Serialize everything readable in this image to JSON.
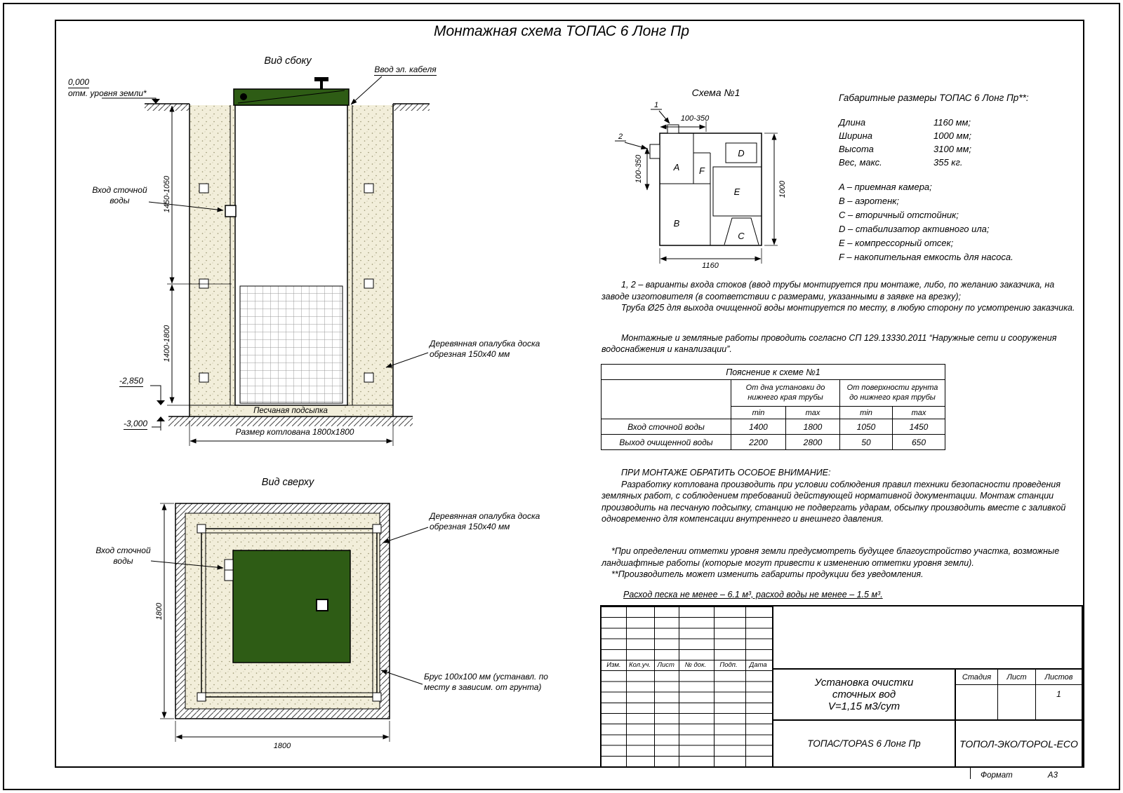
{
  "sheet_title": "Монтажная схема ТОПАС 6 Лонг Пр",
  "colors": {
    "tank_green": "#2e5c15",
    "sand_bg": "#f2eeda"
  },
  "side_view": {
    "title": "Вид сбоку",
    "cable_label": "Ввод эл. кабеля",
    "zero_mark": "0,000",
    "zero_label": "отм. уровня земли*",
    "dim_upper": "1450-1050",
    "dim_lower": "1400-1800",
    "inlet_label": "Вход сточной воды",
    "mark_2850": "-2,850",
    "mark_3000": "-3,000",
    "sand_label": "Песчаная подсыпка",
    "pit_size_label": "Размер котлована 1800х1800",
    "formwork_label": "Деревянная опалубка доска обрезная 150х40 мм"
  },
  "top_view": {
    "title": "Вид сверху",
    "inlet_label": "Вход сточной воды",
    "formwork_label": "Деревянная опалубка доска обрезная 150х40 мм",
    "beam_label": "Брус 100х100 мм (устанавл. по месту в зависим. от грунта)",
    "dim_height": "1800",
    "dim_width": "1800"
  },
  "schema1": {
    "title": "Схема №1",
    "marker1": "1",
    "marker2": "2",
    "dim_top": "100-350",
    "dim_left": "100-350",
    "dim_bottom": "1160",
    "dim_right": "1000",
    "compartments": [
      "A",
      "B",
      "C",
      "D",
      "E",
      "F"
    ]
  },
  "dimensions": {
    "title": "Габаритные размеры ТОПАС 6 Лонг Пр**:",
    "rows": [
      {
        "label": "Длина",
        "value": "1160 мм;"
      },
      {
        "label": "Ширина",
        "value": "1000 мм;"
      },
      {
        "label": "Высота",
        "value": "3100 мм;"
      },
      {
        "label": "Вес, макс.",
        "value": "355 кг."
      }
    ],
    "legend": [
      "A – приемная камера;",
      "B – аэротенк;",
      "C – вторичный отстойник;",
      "D – стабилизатор активного ила;",
      "E – компрессорный отсек;",
      "F – накопительная емкость для насоса."
    ]
  },
  "notes": {
    "note1": "1, 2 – варианты входа  стоков (ввод трубы монтируется при монтаже, либо, по желанию заказчика, на заводе изготовителя (в соответствии с размерами, указанными в заявке на врезку);",
    "note2": "Труба Ø25 для выхода очищенной воды монтируется по месту, в любую сторону по усмотрению заказчика.",
    "note3": "Монтажные и земляные работы проводить согласно СП 129.13330.2011 “Наружные сети и сооружения водоснабжения и канализации”."
  },
  "table": {
    "title": "Пояснение к схеме №1",
    "col_group1": "От дна установки до нижнего края трубы",
    "col_group2": "От поверхности грунта до нижнего края трубы",
    "minmax": [
      "min",
      "max",
      "min",
      "max"
    ],
    "rows": [
      {
        "label": "Вход сточной воды",
        "values": [
          "1400",
          "1800",
          "1050",
          "1450"
        ]
      },
      {
        "label": "Выход очищенной воды",
        "values": [
          "2200",
          "2800",
          "50",
          "650"
        ]
      }
    ]
  },
  "attention": {
    "title": "ПРИ МОНТАЖЕ ОБРАТИТЬ ОСОБОЕ ВНИМАНИЕ:",
    "body": "Разработку котлована производить при условии соблюдения правил техники безопасности проведения земляных работ, с соблюдением требований действующей нормативной документации. Монтаж станции производить на песчаную подсыпку, станцию не подвергать ударам, обсыпку производить вместе с заливкой одновременно для компенсации внутреннего и внешнего давления.",
    "footnote1": "*При определении отметки уровня земли предусмотреть будущее благоустройство участка, возможные ландшафтные работы (которые могут привести к изменению отметки уровня земли).",
    "footnote2": "**Производитель может изменить габариты продукции без уведомления.",
    "consumption": "Расход песка не менее – 6.1 м³, расход воды не менее – 1.5 м³."
  },
  "title_block": {
    "headers": [
      "Изм.",
      "Кол.уч.",
      "Лист",
      "№ док.",
      "Подп.",
      "Дата"
    ],
    "doc_title_line1": "Установка очистки",
    "doc_title_line2": "сточных вод",
    "doc_title_line3": "V=1,15 м3/сут",
    "stage_label": "Стадия",
    "sheet_label": "Лист",
    "sheets_label": "Листов",
    "sheets_value": "1",
    "model": "ТОПАС/TOPAS 6 Лонг Пр",
    "company": "ТОПОЛ-ЭКО/TOPOL-ECO",
    "format_label": "Формат",
    "format_value": "А3"
  }
}
